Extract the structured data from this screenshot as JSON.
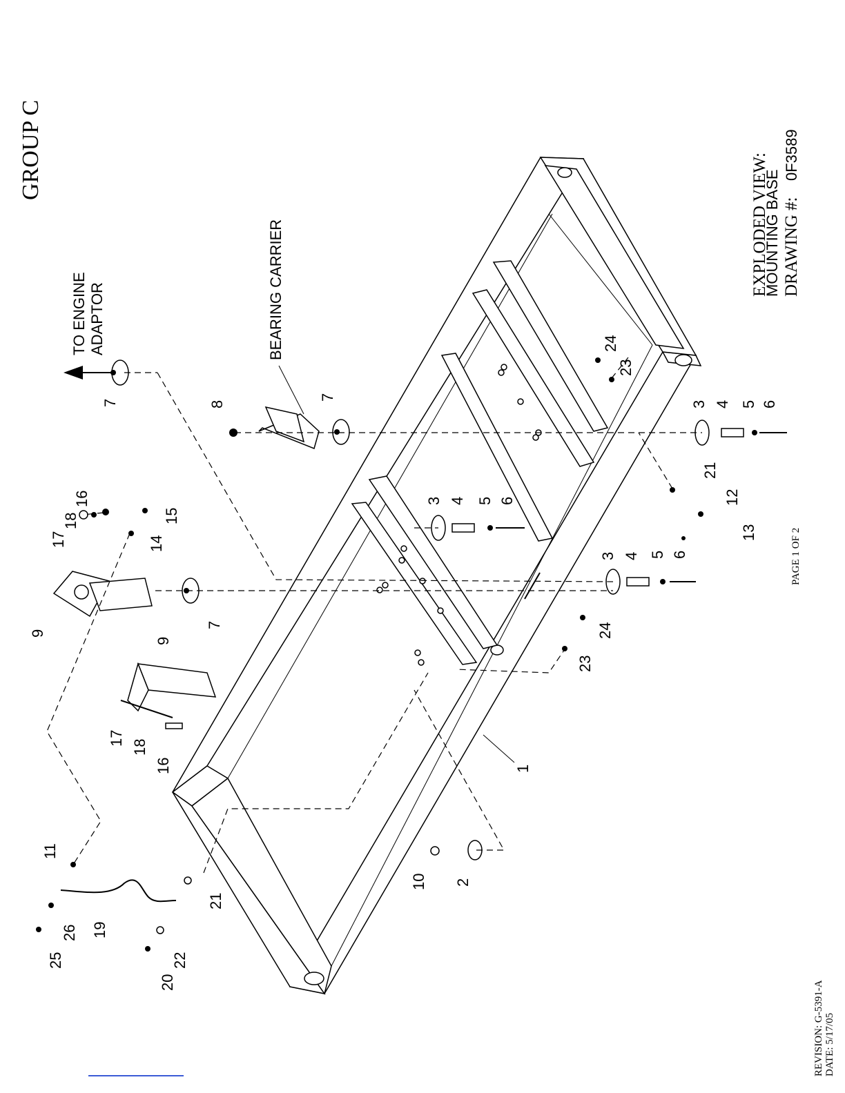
{
  "header": {
    "group": "GROUP C"
  },
  "title_block": {
    "line1": "EXPLODED VIEW:",
    "line2": "MOUNTING BASE",
    "line3_prefix": "DRAWING #:",
    "line3_number": "0F3589"
  },
  "labels": {
    "engine_line1": "TO ENGINE",
    "engine_line2": "ADAPTOR",
    "bearing": "BEARING CARRIER"
  },
  "footer": {
    "page": "PAGE 1 OF 2",
    "revision": "REVISION: G-5391-A",
    "date": "DATE: 5/17/05"
  },
  "callouts": [
    "1",
    "2",
    "3",
    "4",
    "5",
    "6",
    "7",
    "8",
    "9",
    "10",
    "11",
    "12",
    "13",
    "14",
    "15",
    "16",
    "17",
    "18",
    "19",
    "20",
    "21",
    "22",
    "23",
    "24",
    "25",
    "26"
  ],
  "colors": {
    "ink": "#000000",
    "paper": "#ffffff",
    "link_underline": "#3b5bd6"
  }
}
